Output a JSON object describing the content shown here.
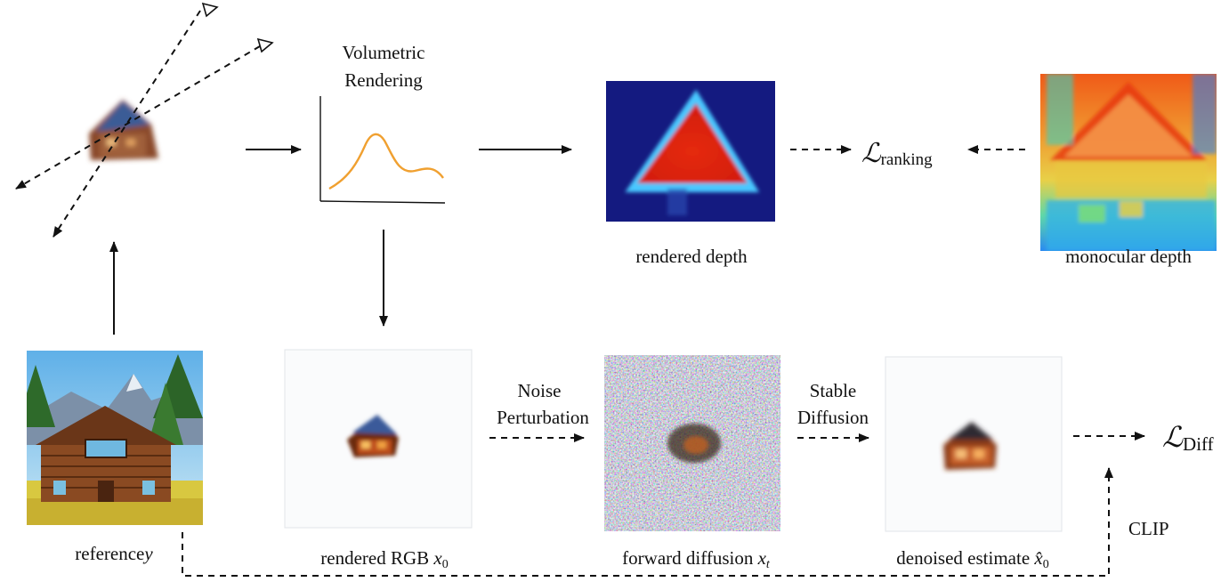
{
  "labels": {
    "volumetric_line1": "Volumetric",
    "volumetric_line2": "Rendering",
    "rendered_depth": "rendered depth",
    "monocular_depth": "monocular depth",
    "loss_ranking_symbol": "ℒ",
    "loss_ranking_sub": "ranking",
    "loss_diff_symbol": "ℒ",
    "loss_diff_sub": "Diff",
    "noise_line1": "Noise",
    "noise_line2": "Perturbation",
    "stable_line1": "Stable",
    "stable_line2": "Diffusion",
    "clip": "CLIP",
    "reference_text": "reference",
    "reference_var": "y",
    "rendered_rgb_text": "rendered RGB",
    "rendered_rgb_var": "x",
    "rendered_rgb_sub": "0",
    "forward_text": "forward diffusion",
    "forward_var": "x",
    "forward_sub": "t",
    "denoised_text": "denoised estimate",
    "denoised_var": "x̂",
    "denoised_sub": "0"
  },
  "colors": {
    "curve": "#f0a030",
    "depth_background": "#141a80",
    "depth_object": "#e02a14",
    "roof": "#3a5a9a",
    "wood": "#7a3a18"
  }
}
